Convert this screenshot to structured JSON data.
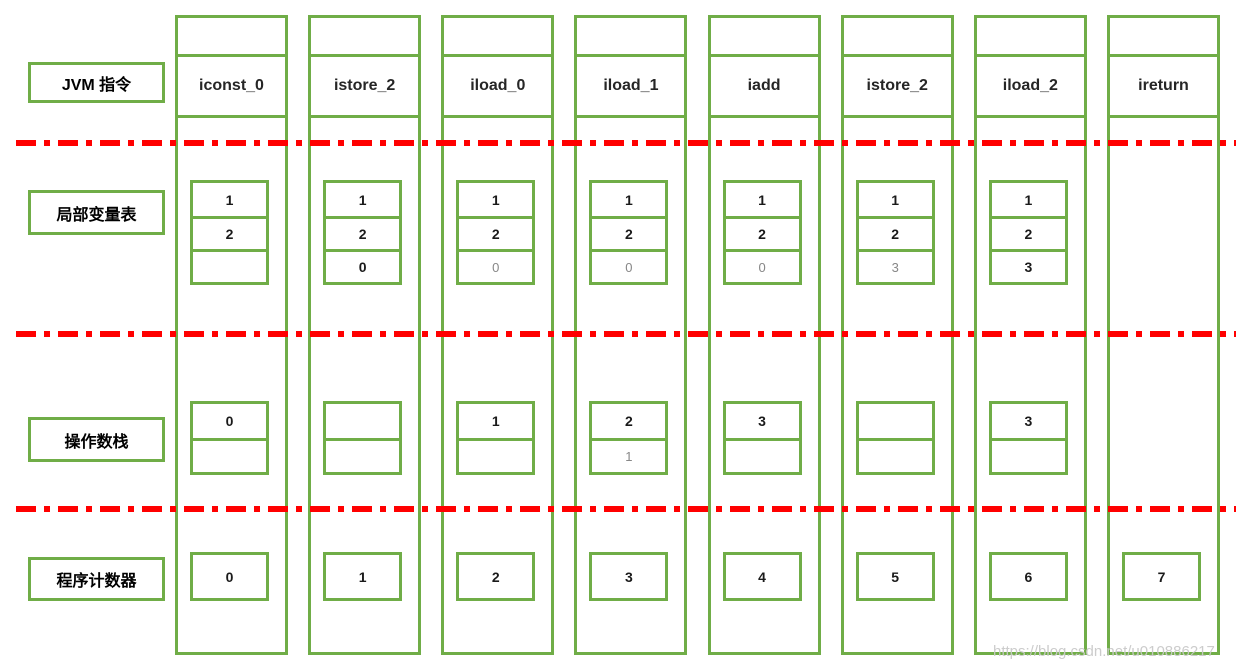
{
  "row_labels": {
    "jvm_instruction": "JVM 指令",
    "local_variable_table": "局部变量表",
    "operand_stack": "操作数栈",
    "program_counter": "程序计数器"
  },
  "colors": {
    "green_border": "#70ad47",
    "red_divider": "#ff0000",
    "value_text": "#1a1a1a",
    "muted_value_text": "#878787",
    "watermark_text_color": "#c9c9c9"
  },
  "watermark_text": "https://blog.csdn.net/u010886217",
  "columns": [
    {
      "instruction": "iconst_0",
      "local_variable_table": [
        {
          "value": "1",
          "muted": false
        },
        {
          "value": "2",
          "muted": false
        },
        {
          "value": "",
          "muted": false
        }
      ],
      "operand_stack": [
        {
          "value": "0",
          "muted": false
        },
        {
          "value": "",
          "muted": false
        }
      ],
      "program_counter": "0"
    },
    {
      "instruction": "istore_2",
      "local_variable_table": [
        {
          "value": "1",
          "muted": false
        },
        {
          "value": "2",
          "muted": false
        },
        {
          "value": "0",
          "muted": false
        }
      ],
      "operand_stack": [
        {
          "value": "",
          "muted": false
        },
        {
          "value": "",
          "muted": false
        }
      ],
      "program_counter": "1"
    },
    {
      "instruction": "iload_0",
      "local_variable_table": [
        {
          "value": "1",
          "muted": false
        },
        {
          "value": "2",
          "muted": false
        },
        {
          "value": "0",
          "muted": true
        }
      ],
      "operand_stack": [
        {
          "value": "1",
          "muted": false
        },
        {
          "value": "",
          "muted": false
        }
      ],
      "program_counter": "2"
    },
    {
      "instruction": "iload_1",
      "local_variable_table": [
        {
          "value": "1",
          "muted": false
        },
        {
          "value": "2",
          "muted": false
        },
        {
          "value": "0",
          "muted": true
        }
      ],
      "operand_stack": [
        {
          "value": "2",
          "muted": false
        },
        {
          "value": "1",
          "muted": true
        }
      ],
      "program_counter": "3"
    },
    {
      "instruction": "iadd",
      "local_variable_table": [
        {
          "value": "1",
          "muted": false
        },
        {
          "value": "2",
          "muted": false
        },
        {
          "value": "0",
          "muted": true
        }
      ],
      "operand_stack": [
        {
          "value": "3",
          "muted": false
        },
        {
          "value": "",
          "muted": false
        }
      ],
      "program_counter": "4"
    },
    {
      "instruction": "istore_2",
      "local_variable_table": [
        {
          "value": "1",
          "muted": false
        },
        {
          "value": "2",
          "muted": false
        },
        {
          "value": "3",
          "muted": true
        }
      ],
      "operand_stack": [
        {
          "value": "",
          "muted": false
        },
        {
          "value": "",
          "muted": false
        }
      ],
      "program_counter": "5"
    },
    {
      "instruction": "iload_2",
      "local_variable_table": [
        {
          "value": "1",
          "muted": false
        },
        {
          "value": "2",
          "muted": false
        },
        {
          "value": "3",
          "muted": false
        }
      ],
      "operand_stack": [
        {
          "value": "3",
          "muted": false
        },
        {
          "value": "",
          "muted": false
        }
      ],
      "program_counter": "6"
    },
    {
      "instruction": "ireturn",
      "local_variable_table": null,
      "operand_stack": null,
      "program_counter": "7"
    }
  ]
}
